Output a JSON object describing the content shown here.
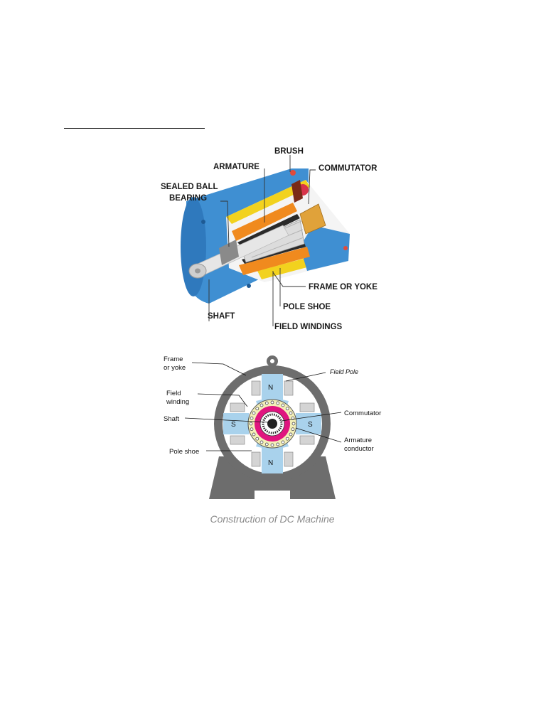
{
  "cutaway": {
    "labels": {
      "brush": "BRUSH",
      "armature": "ARMATURE",
      "commutator": "COMMUTATOR",
      "sealed_ball": "SEALED BALL",
      "bearing": "BEARING",
      "frame_or_yoke": "FRAME OR YOKE",
      "pole_shoe": "POLE SHOE",
      "shaft": "SHAFT",
      "field_windings": "FIELD WINDINGS"
    }
  },
  "cross_section": {
    "labels": {
      "frame_line1": "Frame",
      "frame_line2": "or yoke",
      "field_pole": "Field Pole",
      "field_line1": "Field",
      "field_line2": "winding",
      "commutator": "Commutator",
      "shaft": "Shaft",
      "armature_line1": "Armature",
      "armature_line2": "conductor",
      "pole_shoe": "Pole  shoe",
      "pole_n": "N",
      "pole_s": "S"
    }
  },
  "caption": "Construction of DC Machine",
  "colors": {
    "housing_blue": "#3f8fd2",
    "winding_orange": "#f08a1e",
    "frame_grey": "#6d6d6d",
    "pole_blue": "#a9d2ec",
    "armature_magenta": "#e0157f"
  }
}
